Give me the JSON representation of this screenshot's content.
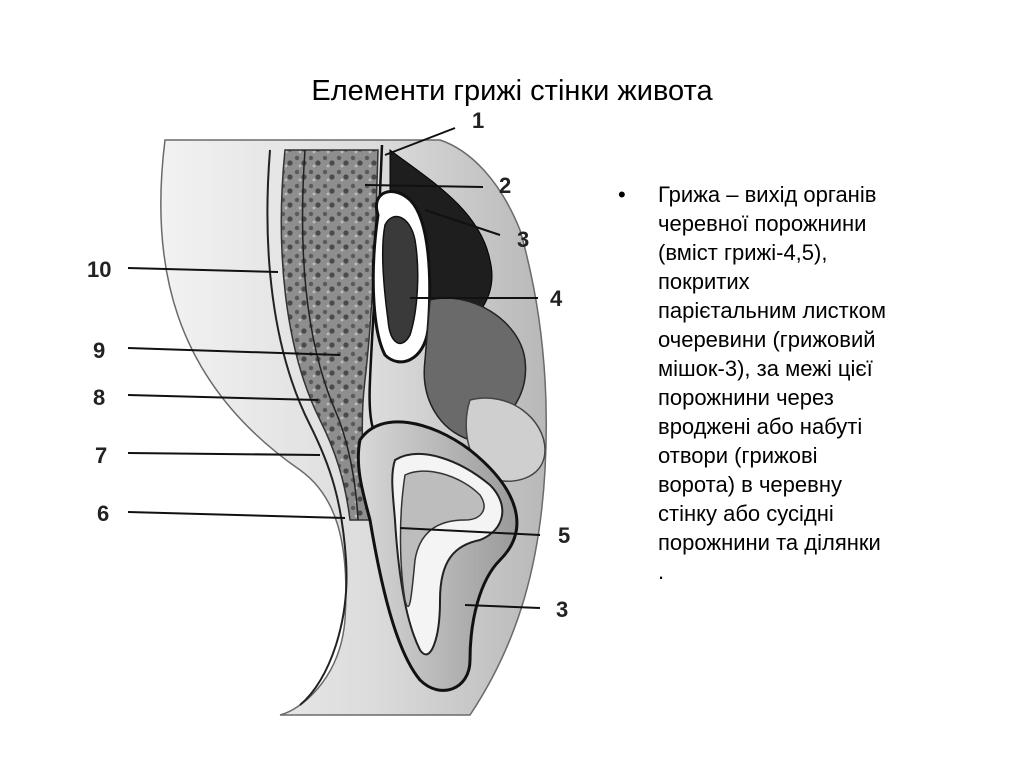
{
  "slide": {
    "title": "Елементи грижі стінки живота",
    "bullet_symbol": "•",
    "bullet_text": "Грижа – вихід органів\nчеревної порожнини\n(вміст грижі-4,5),\nпокритих\nпарієтальним листком\nочеревини (грижовий\nмішок-3), за межі цієї\nпорожнини через\nвроджені або набуті\nотвори (грижові\nворота) в черевну\nстінку або  сусідні\nпорожнини  та ділянки\n."
  },
  "figure": {
    "labels": {
      "l1": "1",
      "l2": "2",
      "l3a": "3",
      "l4": "4",
      "l5": "5",
      "l3b": "3",
      "l6": "6",
      "l7": "7",
      "l8": "8",
      "l9": "9",
      "l10": "10"
    }
  }
}
